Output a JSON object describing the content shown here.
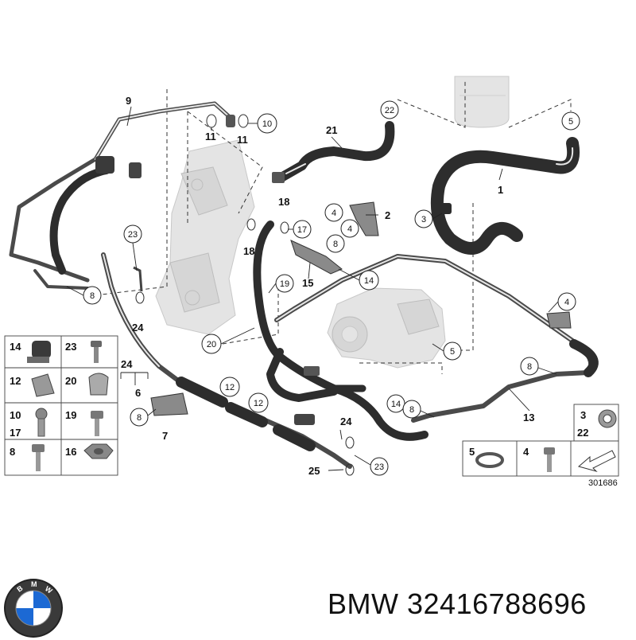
{
  "diagram": {
    "reference_number": "301686",
    "callouts": {
      "c1": "1",
      "c2": "2",
      "c3": "3",
      "c4a": "4",
      "c4b": "4",
      "c4c": "4",
      "c5a": "5",
      "c5b": "5",
      "c6": "6",
      "c7": "7",
      "c8a": "8",
      "c8b": "8",
      "c8c": "8",
      "c8d": "8",
      "c8e": "8",
      "c9": "9",
      "c10": "10",
      "c11a": "11",
      "c11b": "11",
      "c12a": "12",
      "c12b": "12",
      "c13": "13",
      "c14a": "14",
      "c14b": "14",
      "c15": "15",
      "c17": "17",
      "c18a": "18",
      "c18b": "18",
      "c19": "19",
      "c20": "20",
      "c21": "21",
      "c22": "22",
      "c23a": "23",
      "c23b": "23",
      "c24a": "24",
      "c24b": "24",
      "c24c": "24",
      "c25": "25"
    },
    "legend_left": [
      {
        "left": "14",
        "right": "23"
      },
      {
        "left": "12",
        "right": "20"
      },
      {
        "left": "10\n17",
        "right": "19"
      },
      {
        "left": "8",
        "right": "16"
      }
    ],
    "legend_right": {
      "top": "3\n22",
      "cells": [
        "5",
        "4"
      ]
    }
  },
  "caption": {
    "brand": "BMW",
    "part_number": "32416788696"
  }
}
